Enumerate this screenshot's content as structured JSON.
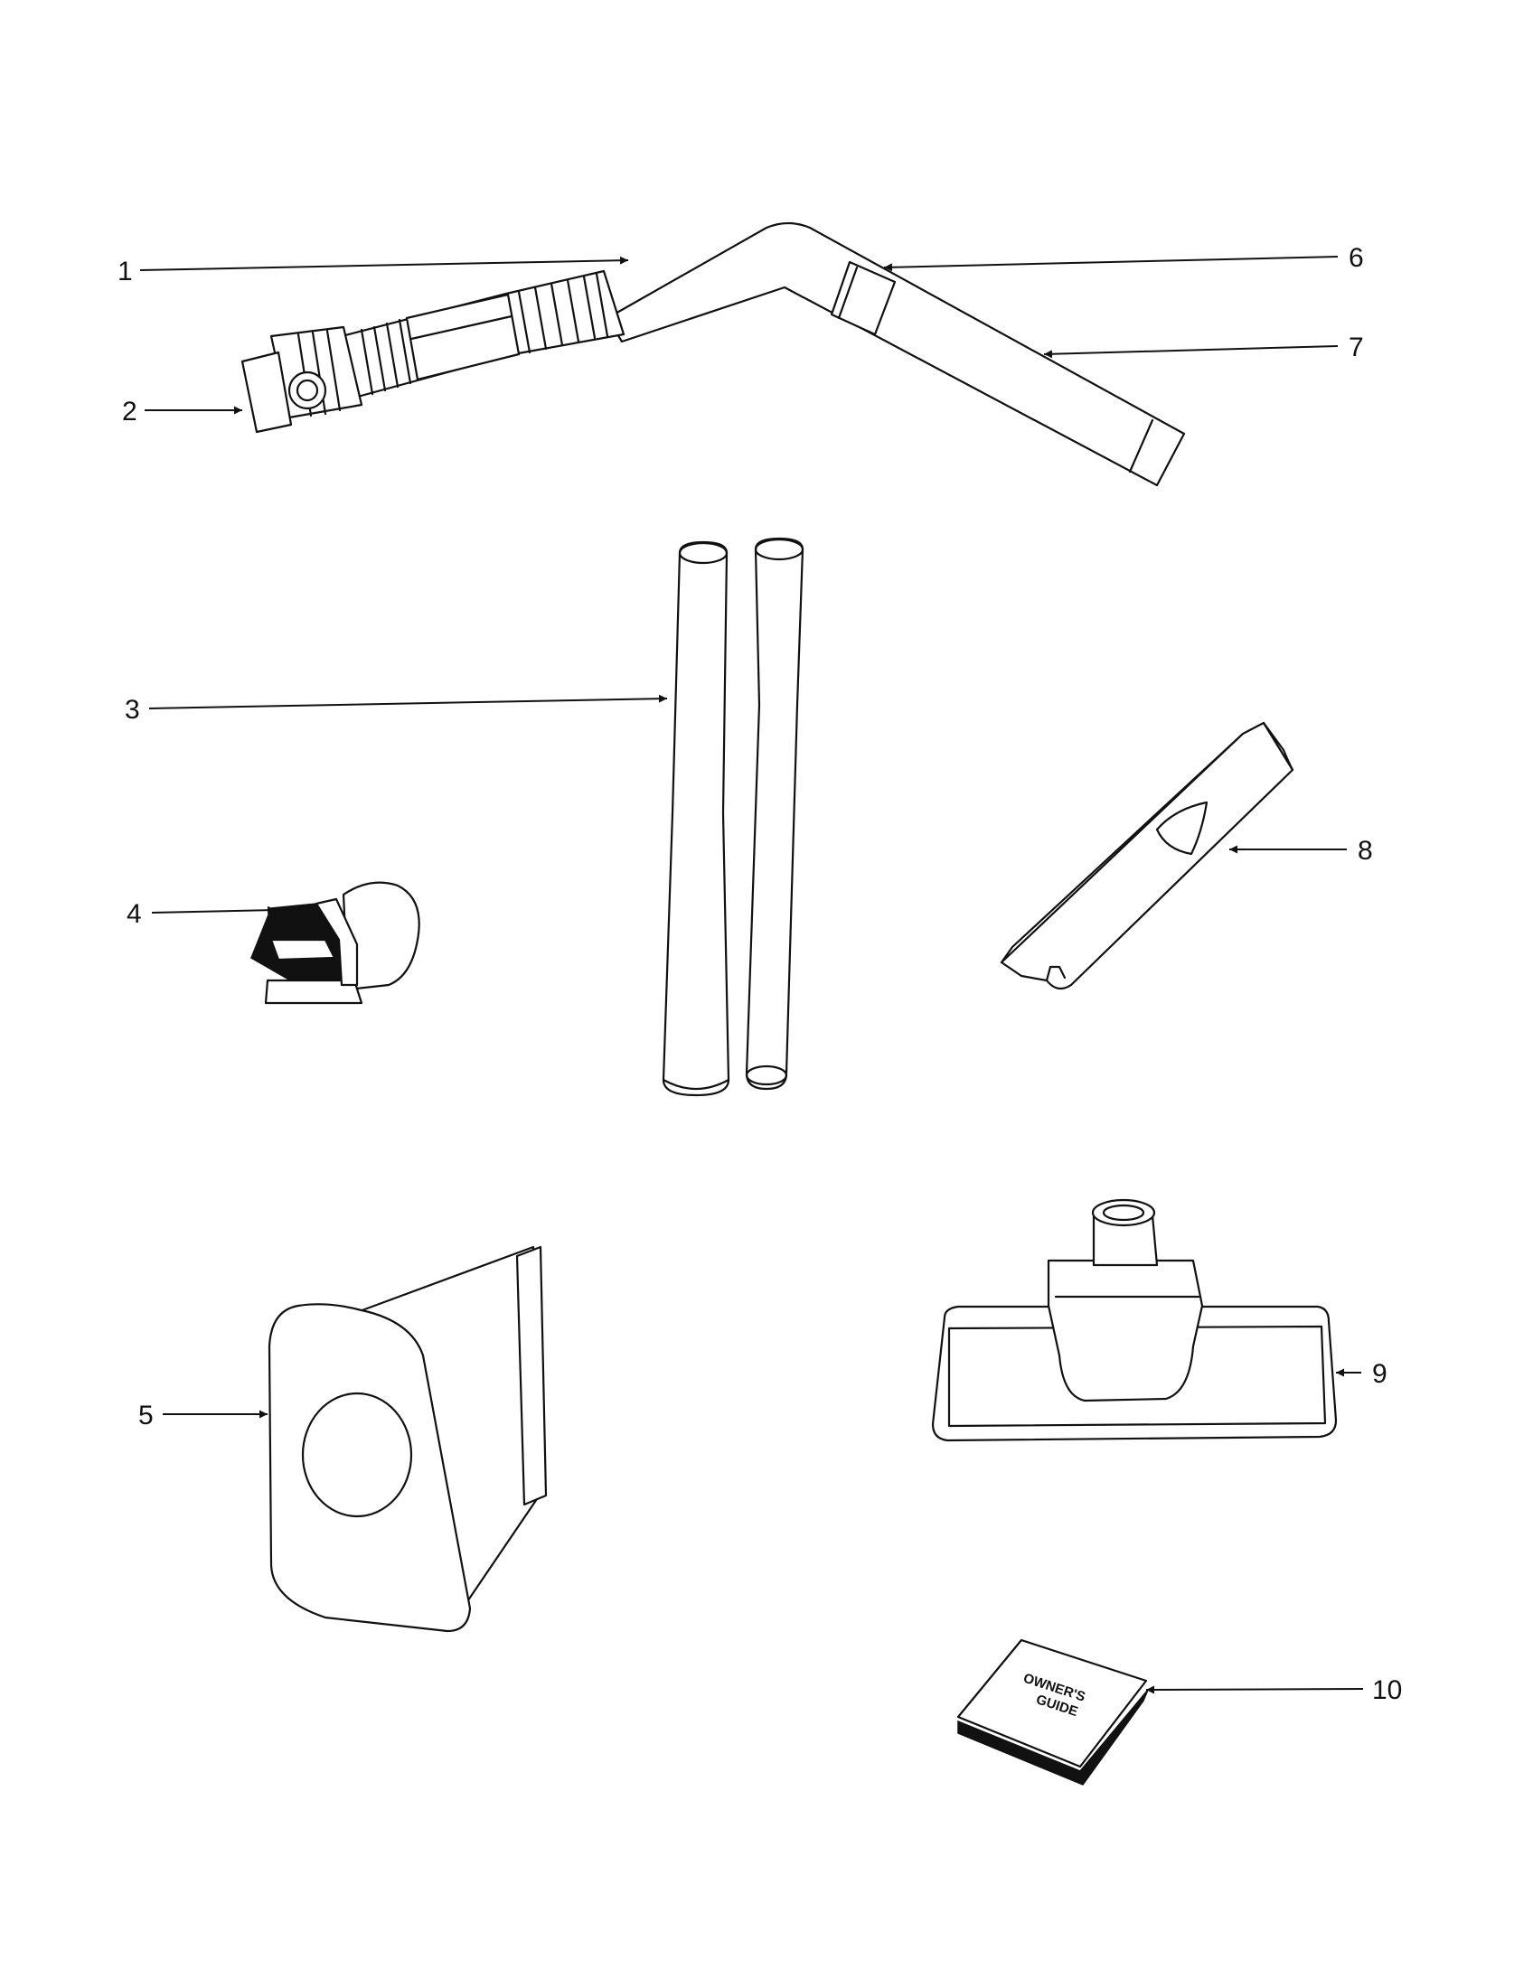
{
  "callouts": [
    {
      "id": "1",
      "label": "1"
    },
    {
      "id": "2",
      "label": "2"
    },
    {
      "id": "3",
      "label": "3"
    },
    {
      "id": "4",
      "label": "4"
    },
    {
      "id": "5",
      "label": "5"
    },
    {
      "id": "6",
      "label": "6"
    },
    {
      "id": "7",
      "label": "7"
    },
    {
      "id": "8",
      "label": "8"
    },
    {
      "id": "9",
      "label": "9"
    },
    {
      "id": "10",
      "label": "10"
    }
  ],
  "book": {
    "line1": "OWNER'S",
    "line2": "GUIDE"
  },
  "colors": {
    "ink": "#111111",
    "paper": "#ffffff"
  }
}
